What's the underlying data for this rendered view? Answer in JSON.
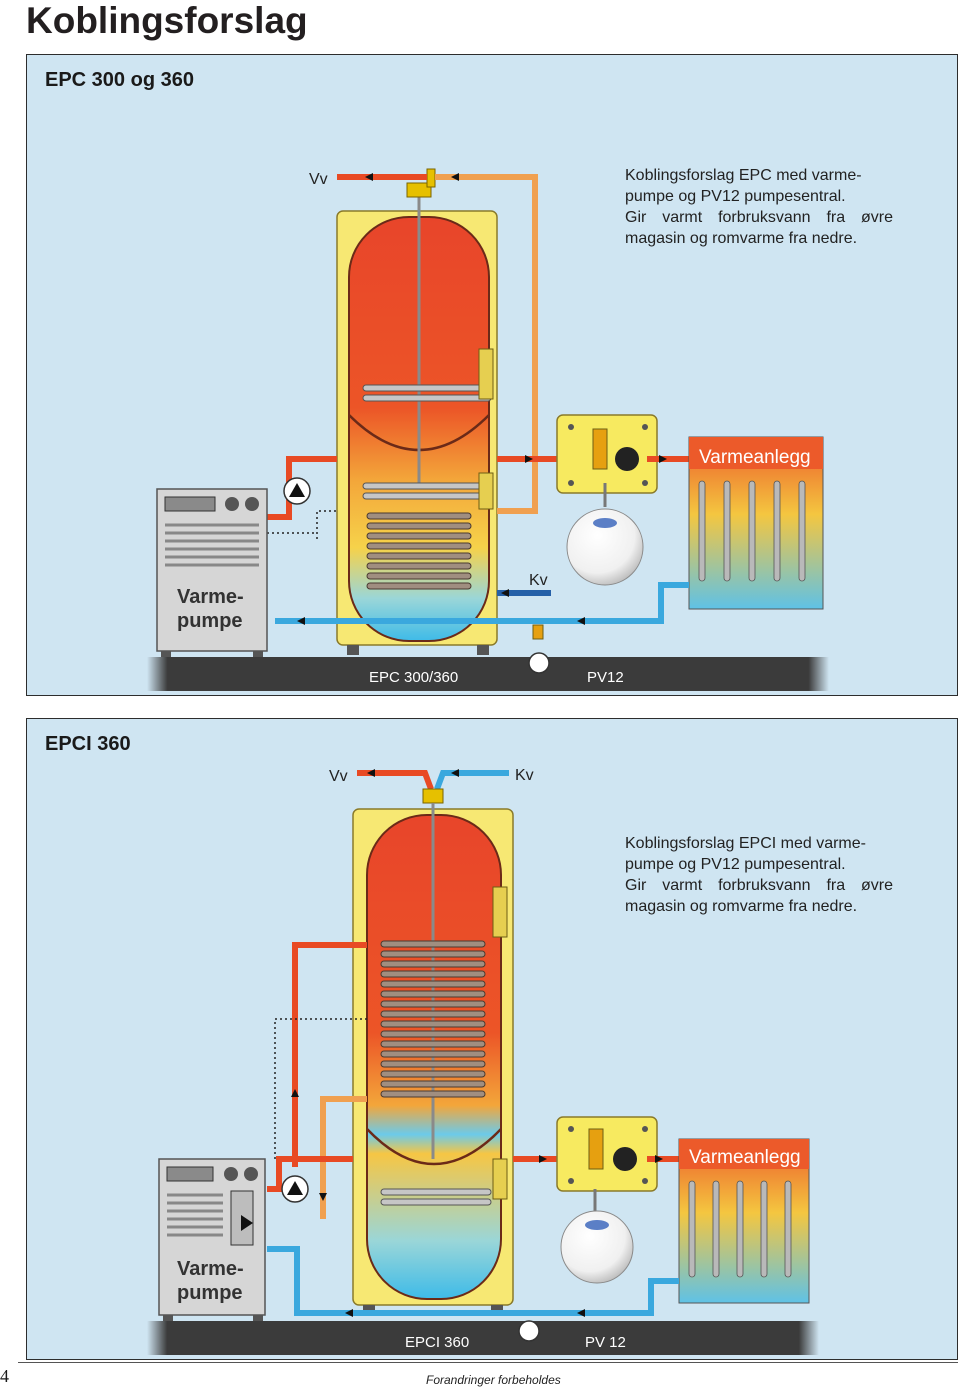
{
  "page": {
    "title": "Koblingsforslag",
    "page_number": "4",
    "footer": "Forandringer forbeholdes"
  },
  "panel1": {
    "heading": "EPC 300 og 360",
    "description": [
      "Koblingsforslag EPC med varme-",
      "pumpe og PV12 pumpesentral.",
      "Gir varmt forbruksvann fra øvre",
      "magasin og romvarme fra nedre."
    ],
    "labels": {
      "vv": "Vv",
      "kv": "Kv",
      "varmeanlegg": "Varmeanlegg",
      "varmepumpe_line1": "Varme-",
      "varmepumpe_line2": "pumpe",
      "tank_model": "EPC 300/360",
      "pump_central": "PV12"
    }
  },
  "panel2": {
    "heading": "EPCI 360",
    "description": [
      "Koblingsforslag EPCI med varme-",
      "pumpe og PV12 pumpesentral.",
      "Gir varmt forbruksvann fra øvre",
      "magasin og romvarme fra nedre."
    ],
    "labels": {
      "vv": "Vv",
      "kv": "Kv",
      "varmeanlegg": "Varmeanlegg",
      "varmepumpe_line1": "Varme-",
      "varmepumpe_line2": "pumpe",
      "tank_model": "EPCI 360",
      "pump_central": "PV 12"
    }
  },
  "colors": {
    "panel_bg": "#cfe5f2",
    "hot_pipe": "#e84a24",
    "warm_pipe": "#f0a050",
    "cold_pipe": "#3aa8de",
    "tank_casing": "#f7e873",
    "radiator_top": "#ec5a2a",
    "radiator_bottom": "#5fc2e6",
    "floor": "#3b3b3b"
  }
}
